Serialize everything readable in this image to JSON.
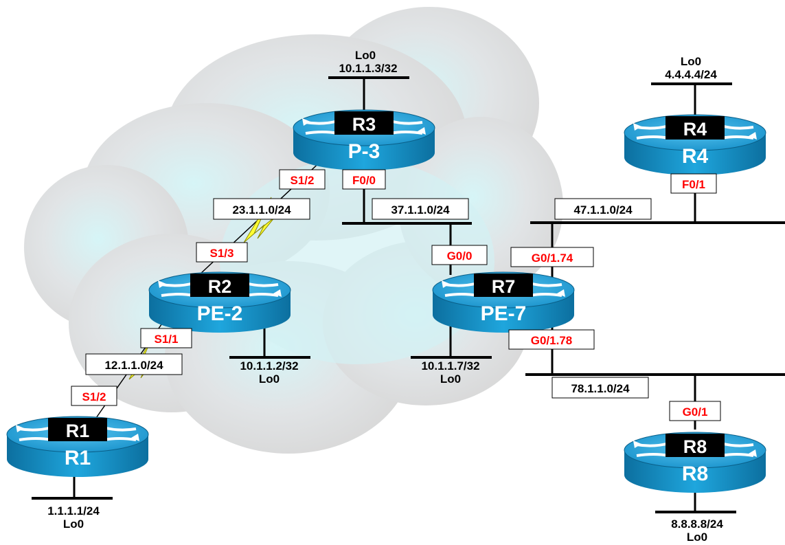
{
  "routers": {
    "r1": {
      "badge": "R1",
      "name": "R1"
    },
    "r2": {
      "badge": "R2",
      "name": "PE-2"
    },
    "r3": {
      "badge": "R3",
      "name": "P-3"
    },
    "r4": {
      "badge": "R4",
      "name": "R4"
    },
    "r7": {
      "badge": "R7",
      "name": "PE-7"
    },
    "r8": {
      "badge": "R8",
      "name": "R8"
    }
  },
  "loopbacks": {
    "r1": {
      "ip": "1.1.1.1/24",
      "name": "Lo0"
    },
    "r2": {
      "ip": "10.1.1.2/32",
      "name": "Lo0"
    },
    "r3": {
      "ip": "10.1.1.3/32",
      "name": "Lo0"
    },
    "r4": {
      "ip": "4.4.4.4/24",
      "name": "Lo0"
    },
    "r7": {
      "ip": "10.1.1.7/32",
      "name": "Lo0"
    },
    "r8": {
      "ip": "8.8.8.8/24",
      "name": "Lo0"
    }
  },
  "subnets": {
    "r1_r2": "12.1.1.0/24",
    "r2_r3": "23.1.1.0/24",
    "r3_r7": "37.1.1.0/24",
    "r4_r7": "47.1.1.0/24",
    "r7_r8": "78.1.1.0/24"
  },
  "interfaces": {
    "r1_s12": "S1/2",
    "r2_s11": "S1/1",
    "r2_s13": "S1/3",
    "r3_s12": "S1/2",
    "r3_f00": "F0/0",
    "r4_f01": "F0/1",
    "r7_g00": "G0/0",
    "r7_g174": "G0/1.74",
    "r7_g178": "G0/1.78",
    "r8_g01": "G0/1"
  },
  "colors": {
    "cloud": "#dcdcdc",
    "cloud_center": "#cfeff3",
    "router_body": "#1a9ed6",
    "router_dark": "#0d6f9e",
    "badge": "#000000",
    "interface_text": "#ff0000",
    "serial_link": "#ffff33"
  }
}
